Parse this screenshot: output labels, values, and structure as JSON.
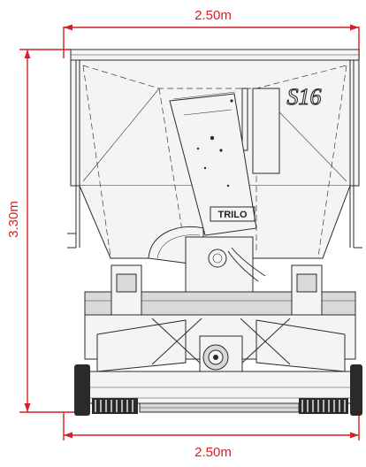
{
  "dimensions": {
    "top_width": "2.50m",
    "bottom_width": "2.50m",
    "height": "3.30m"
  },
  "branding": {
    "model_badge": "S16",
    "maker_logo": "TRILO"
  },
  "colors": {
    "dimension": "#d61f26",
    "linework": "#2b2b2b"
  }
}
